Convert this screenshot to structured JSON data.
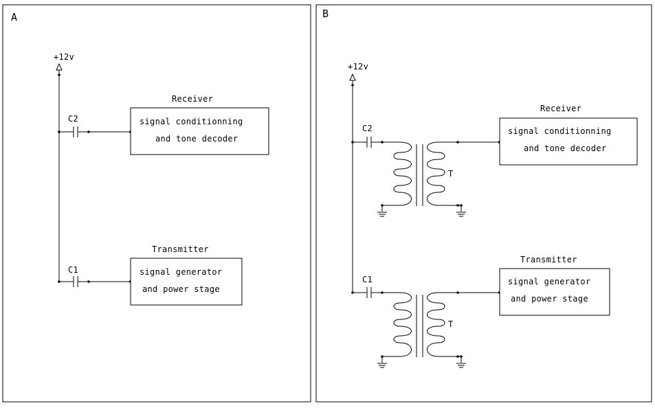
{
  "panels": [
    {
      "letter": "A",
      "supply": "+12v",
      "receiver": {
        "title": "Receiver",
        "line1": "signal conditionning",
        "line2": "and tone decoder",
        "cap": "C2"
      },
      "transmitter": {
        "title": "Transmitter",
        "line1": "signal generator",
        "line2": "and power stage",
        "cap": "C1"
      }
    },
    {
      "letter": "B",
      "supply": "+12v",
      "receiver": {
        "title": "Receiver",
        "line1": "signal conditionning",
        "line2": "and tone decoder",
        "cap": "C2",
        "transformer": "T"
      },
      "transmitter": {
        "title": "Transmitter",
        "line1": "signal generator",
        "line2": "and power stage",
        "cap": "C1",
        "transformer": "T"
      }
    }
  ]
}
